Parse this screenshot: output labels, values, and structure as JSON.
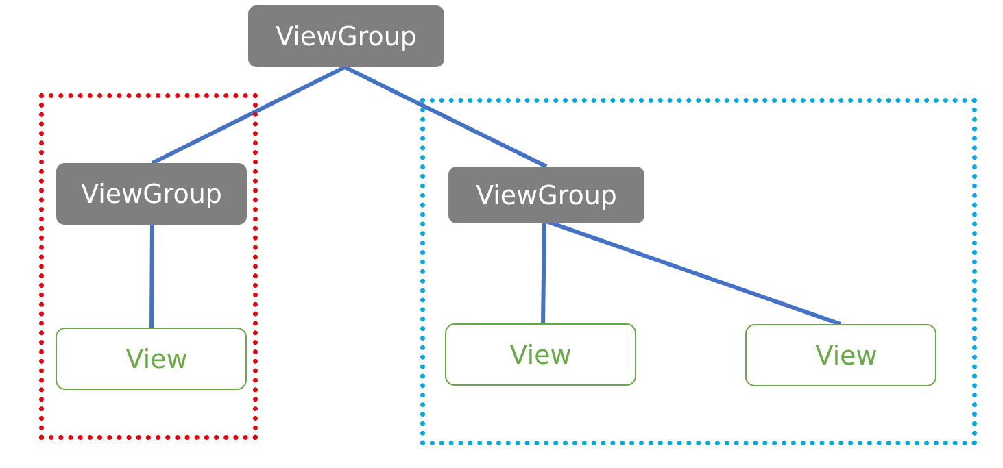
{
  "nodes": {
    "root": {
      "label": "ViewGroup"
    },
    "left_group": {
      "label": "ViewGroup"
    },
    "right_group": {
      "label": "ViewGroup"
    },
    "left_view": {
      "label": "View"
    },
    "middle_view": {
      "label": "View"
    },
    "right_view": {
      "label": "View"
    }
  },
  "colors": {
    "viewgroup_fill": "#7f7f7f",
    "viewgroup_text": "#ffffff",
    "view_border": "#6aaa46",
    "view_text": "#6aaa46",
    "connector": "#4472c4",
    "left_frame": "#e8000b",
    "right_frame": "#00a8e6"
  },
  "edges": [
    {
      "from": "root",
      "to": "left_group"
    },
    {
      "from": "root",
      "to": "right_group"
    },
    {
      "from": "left_group",
      "to": "left_view"
    },
    {
      "from": "right_group",
      "to": "middle_view"
    },
    {
      "from": "right_group",
      "to": "right_view"
    }
  ]
}
